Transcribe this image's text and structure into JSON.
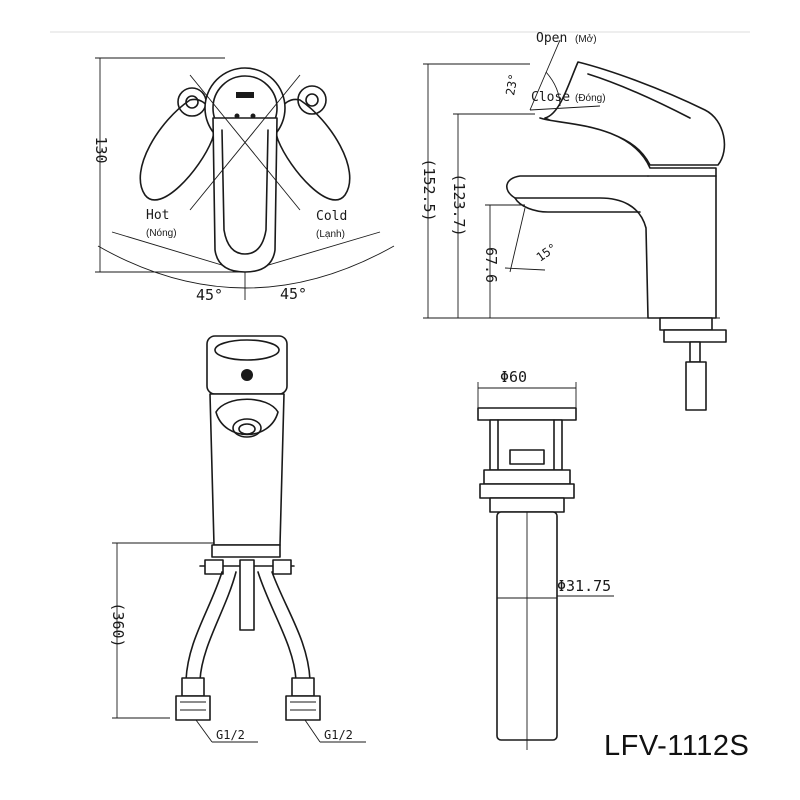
{
  "model": "LFV-1112S",
  "top_view": {
    "height_dim": "130",
    "hot_label": "Hot",
    "hot_sub": "(Nóng)",
    "cold_label": "Cold",
    "cold_sub": "(Lạnh)",
    "angle_left": "45°",
    "angle_right": "45°"
  },
  "side_view": {
    "open_label": "Open",
    "open_sub": "(Mở)",
    "close_label": "Close",
    "close_sub": "(Đóng)",
    "lever_angle": "23°",
    "total_height": "(152.5)",
    "body_height": "(123.7)",
    "spout_height": "67.6",
    "spout_angle": "15°"
  },
  "front_view": {
    "hose_length": "(360)",
    "thread_left": "G1/2",
    "thread_right": "G1/2"
  },
  "drain_view": {
    "cap_diameter": "Φ60",
    "pipe_diameter": "Φ31.75"
  }
}
